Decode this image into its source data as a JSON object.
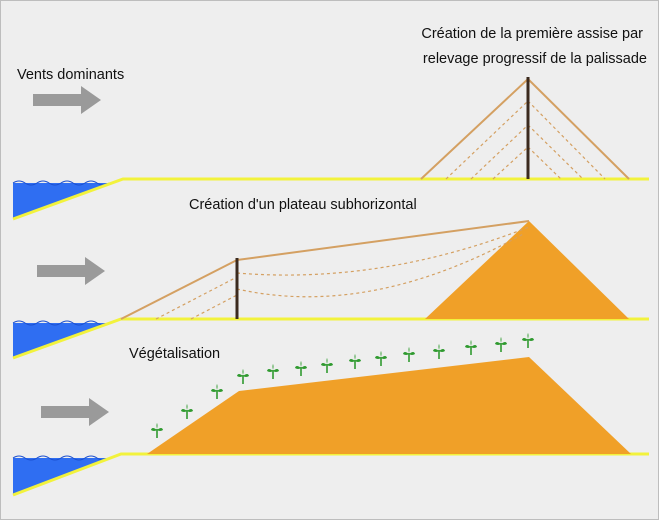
{
  "labels": {
    "wind": "Vents dominants",
    "step1_line1": "Création de la première assise par",
    "step1_line2": "relevage progressif de la palissade",
    "step2": "Création d'un plateau subhorizontal",
    "step3": "Végétalisation"
  },
  "colors": {
    "background": "#eeeeee",
    "sea": "#2f6ef2",
    "ground_line": "#f2f23c",
    "dune": "#f0a028",
    "fence_rope": "#d4a062",
    "fence_post": "#3b2a1e",
    "arrow": "#9a9a9a",
    "plant": "#2f9a2f"
  },
  "icons": {
    "wind_arrow": "right-arrow-icon",
    "plant": "sprout-icon"
  }
}
